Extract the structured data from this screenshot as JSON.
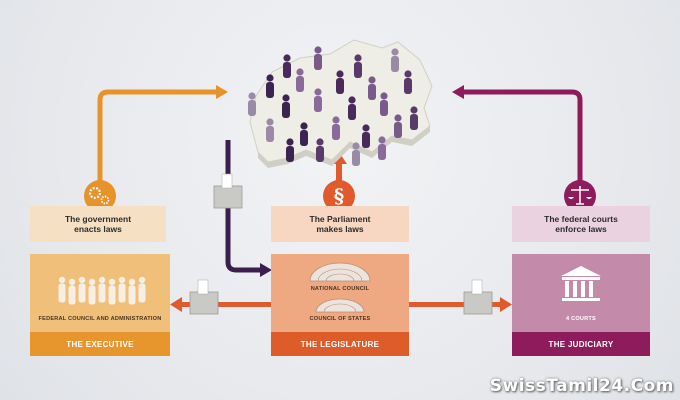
{
  "branches": {
    "executive": {
      "caption": "The government\nenacts laws",
      "body": "FEDERAL COUNCIL AND ADMINISTRATION",
      "footer": "THE EXECUTIVE",
      "icon": "gears-icon",
      "colors": {
        "caption": "#f5e0c4",
        "panel": "#f0bf7a",
        "footer": "#e6962c",
        "accent": "#e8922a"
      }
    },
    "legislature": {
      "caption": "The Parliament\nmakes laws",
      "body_top": "NATIONAL COUNCIL",
      "body_bottom": "COUNCIL OF STATES",
      "footer": "THE LEGISLATURE",
      "icon": "paragraph-icon",
      "symbol": "§",
      "colors": {
        "caption": "#f7d6c2",
        "panel": "#eea882",
        "footer": "#dd5c2a",
        "accent": "#e05a2b"
      }
    },
    "judiciary": {
      "caption": "The federal courts\nenforce laws",
      "body": "4 COURTS",
      "footer": "THE JUDICIARY",
      "icon": "scales-icon",
      "colors": {
        "caption": "#ead2e0",
        "panel": "#c48aaa",
        "footer": "#8e1b5c",
        "accent": "#8e1b5c"
      }
    }
  },
  "center": {
    "icon": "switzerland-map-people-icon",
    "ballot_icon": "ballot-box-icon"
  },
  "watermark": "SwissTamil24.Com"
}
